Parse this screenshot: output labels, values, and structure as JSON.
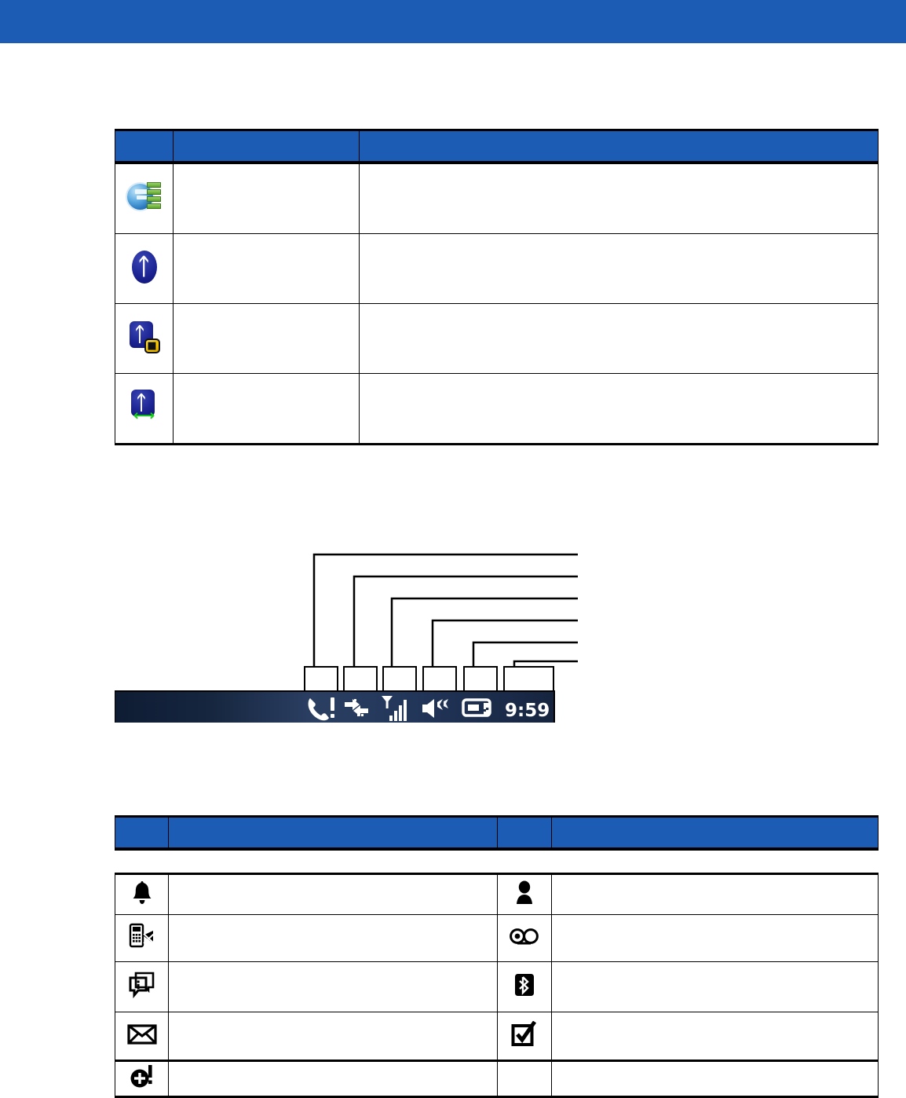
{
  "page": {
    "background_color": "#ffffff",
    "accent_blue": "#1c5cb5",
    "rule_color": "#000000"
  },
  "top_banner": {
    "name": "page-header-band",
    "color": "#1c5cb5",
    "text": ""
  },
  "upper_table": {
    "columns": [
      {
        "key": "icon",
        "header": ""
      },
      {
        "key": "name",
        "header": ""
      },
      {
        "key": "description",
        "header": ""
      }
    ],
    "rows": [
      {
        "icon": "connection-active-icon",
        "icon_label": "",
        "name": "",
        "description": ""
      },
      {
        "icon": "bluetooth-on-icon",
        "icon_label": "",
        "name": "",
        "description": ""
      },
      {
        "icon": "bluetooth-pin-required-icon",
        "icon_label": "",
        "name": "",
        "description": ""
      },
      {
        "icon": "bluetooth-transfer-icon",
        "icon_label": "",
        "name": "",
        "description": ""
      }
    ]
  },
  "status_bar_figure": {
    "callout_count": 6,
    "callout_labels": [
      "",
      "",
      "",
      "",
      "",
      ""
    ],
    "status_bar": {
      "background_gradient": [
        "#0d1b33",
        "#2a3e63",
        "#16243f"
      ],
      "foreground_color": "#ffffff",
      "items": [
        {
          "name": "missed-call-icon",
          "glyph": "phone-exclamation"
        },
        {
          "name": "data-transfer-icon",
          "glyph": "two-way-arrows"
        },
        {
          "name": "signal-strength-icon",
          "glyph": "antenna-bars"
        },
        {
          "name": "speaker-on-icon",
          "glyph": "speaker-waves"
        },
        {
          "name": "battery-charging-icon",
          "glyph": "battery-plug"
        },
        {
          "name": "clock-time",
          "glyph": "text",
          "value": "9:59"
        }
      ],
      "time": "9:59"
    }
  },
  "lower_table": {
    "columns": [
      {
        "key": "icon_left",
        "header": ""
      },
      {
        "key": "desc_left",
        "header": ""
      },
      {
        "key": "icon_right",
        "header": ""
      },
      {
        "key": "desc_right",
        "header": ""
      }
    ],
    "rows": [
      {
        "icon_left": "alarm-bell-icon",
        "desc_left": "",
        "icon_right": "contact-person-icon",
        "desc_right": ""
      },
      {
        "icon_left": "missed-call-phone-icon",
        "desc_left": "",
        "icon_right": "voicemail-icon",
        "desc_right": ""
      },
      {
        "icon_left": "new-message-info-icon",
        "desc_left": "",
        "icon_right": "bluetooth-badge-icon",
        "desc_right": ""
      },
      {
        "icon_left": "envelope-mail-icon",
        "desc_left": "",
        "icon_right": "task-checkbox-icon",
        "desc_right": ""
      },
      {
        "icon_left": "more-notifications-icon",
        "desc_left": "",
        "icon_right": "",
        "desc_right": ""
      }
    ]
  }
}
